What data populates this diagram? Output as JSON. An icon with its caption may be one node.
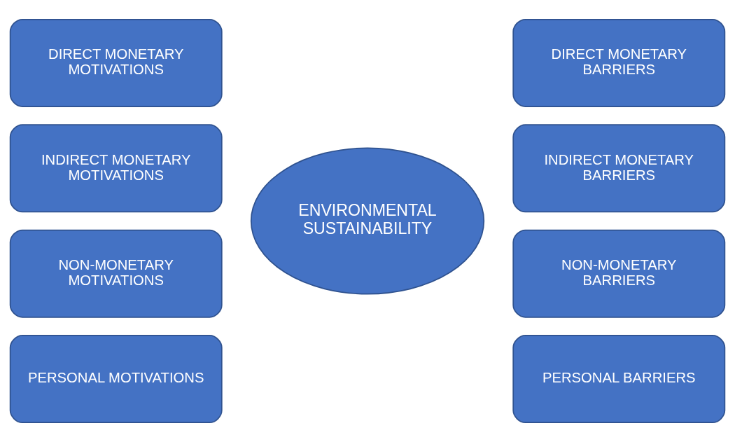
{
  "diagram": {
    "nodes": [
      {
        "text": [
          "DIRECT MONETARY MOTIVATIONS"
        ]
      },
      {
        "text": [
          "INDIRECT MONETARY MOTIVATIONS"
        ]
      },
      {
        "text": [
          "NON-MONETARY MOTIVATIONS"
        ]
      },
      {
        "text": [
          "PERSONAL MOTIVATIONS"
        ]
      },
      {
        "text": [
          "ENVIRONMENTAL SUSTAINABILITY"
        ]
      },
      {
        "text": [
          "DIRECT MONETARY BARRIERS"
        ]
      },
      {
        "text": [
          "INDIRECT MONETARY BARRIERS"
        ]
      },
      {
        "text": [
          "NON-MONETARY BARRIERS"
        ]
      },
      {
        "text": [
          "PERSONAL BARRIERS"
        ]
      }
    ],
    "edges": []
  }
}
